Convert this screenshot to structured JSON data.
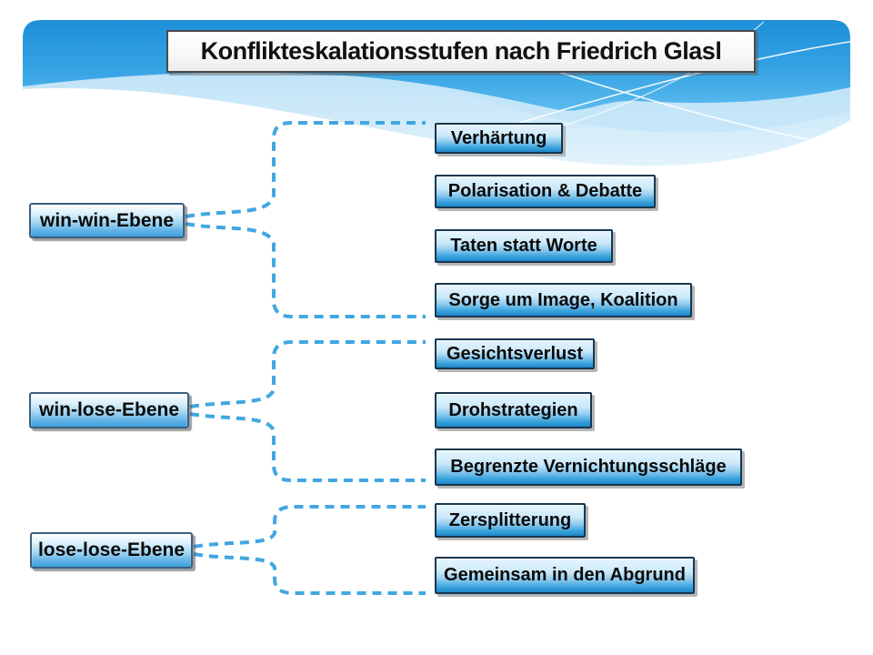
{
  "title": "Konflikteskalationsstufen nach Friedrich Glasl",
  "colors": {
    "band_blue": "#2d9de2",
    "band_light_blue": "#bde3f8",
    "box_fill_top": "#e7f5fd",
    "box_fill_bottom": "#1f87c9",
    "box_border": "#16364f",
    "connector_blue": "#41a7e1",
    "title_border": "#4a4a4a"
  },
  "levels": [
    {
      "label": "win-win-Ebene",
      "stages": [
        "Verhärtung",
        "Polarisation & Debatte",
        "Taten statt Worte",
        "Sorge um Image, Koalition"
      ]
    },
    {
      "label": "win-lose-Ebene",
      "stages": [
        "Gesichtsverlust",
        "Drohstrategien",
        "Begrenzte Vernichtungsschläge"
      ]
    },
    {
      "label": "lose-lose-Ebene",
      "stages": [
        "Zersplitterung",
        "Gemeinsam in den Abgrund"
      ]
    }
  ]
}
